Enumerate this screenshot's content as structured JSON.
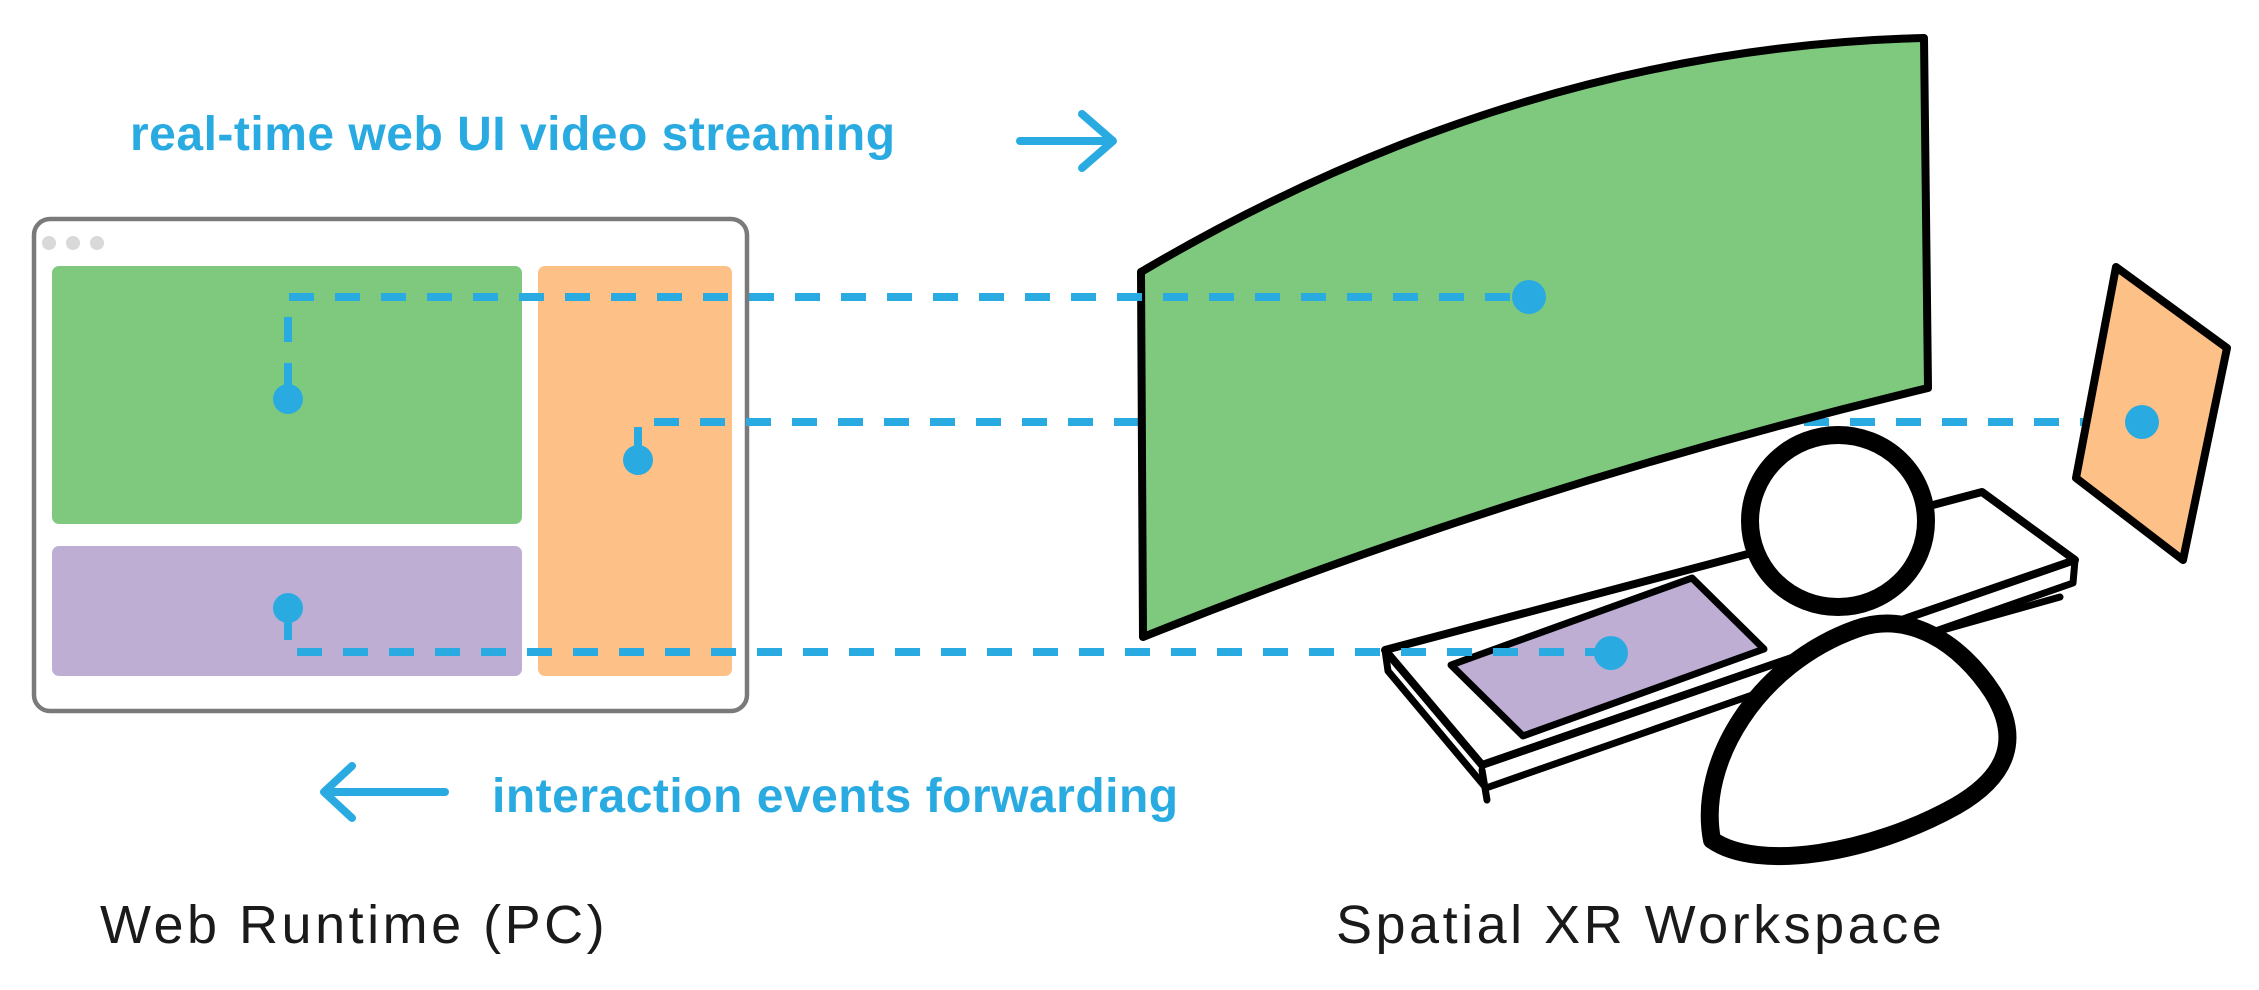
{
  "diagram": {
    "top_flow_label": "real-time web UI video streaming",
    "bottom_flow_label": "interaction events forwarding",
    "left_caption": "Web Runtime (PC)",
    "right_caption": "Spatial XR Workspace"
  },
  "web_runtime_window": {
    "traffic_light_count": 3,
    "panel_colors": [
      "green",
      "orange",
      "purple"
    ]
  },
  "xr_workspace": {
    "surface_colors": [
      "green",
      "orange",
      "purple"
    ],
    "surfaces": [
      "curved-screen",
      "floating-side-panel",
      "desk-tablet"
    ]
  },
  "links": [
    {
      "from": "window-green-panel",
      "to": "xr-curved-screen"
    },
    {
      "from": "window-orange-panel",
      "to": "xr-floating-side-panel"
    },
    {
      "from": "window-purple-panel",
      "to": "xr-desk-tablet"
    }
  ],
  "colors": {
    "accent-blue": "#29ABE2",
    "panel-green": "#7FC97F",
    "panel-orange": "#FDC086",
    "panel-purple": "#BEAED4",
    "outline-black": "#000000",
    "caption-black": "#1A1A1A",
    "window-border": "#7A7A7A",
    "traffic-dot": "#D9D9D9"
  },
  "icons": {
    "arrow-right-icon": "→",
    "arrow-left-icon": "←",
    "user-silhouette-icon": "person outline (head + shoulders)",
    "browser-window-icon": "window frame with three traffic-light dots",
    "anchor-dot-icon": "filled blue circle"
  }
}
